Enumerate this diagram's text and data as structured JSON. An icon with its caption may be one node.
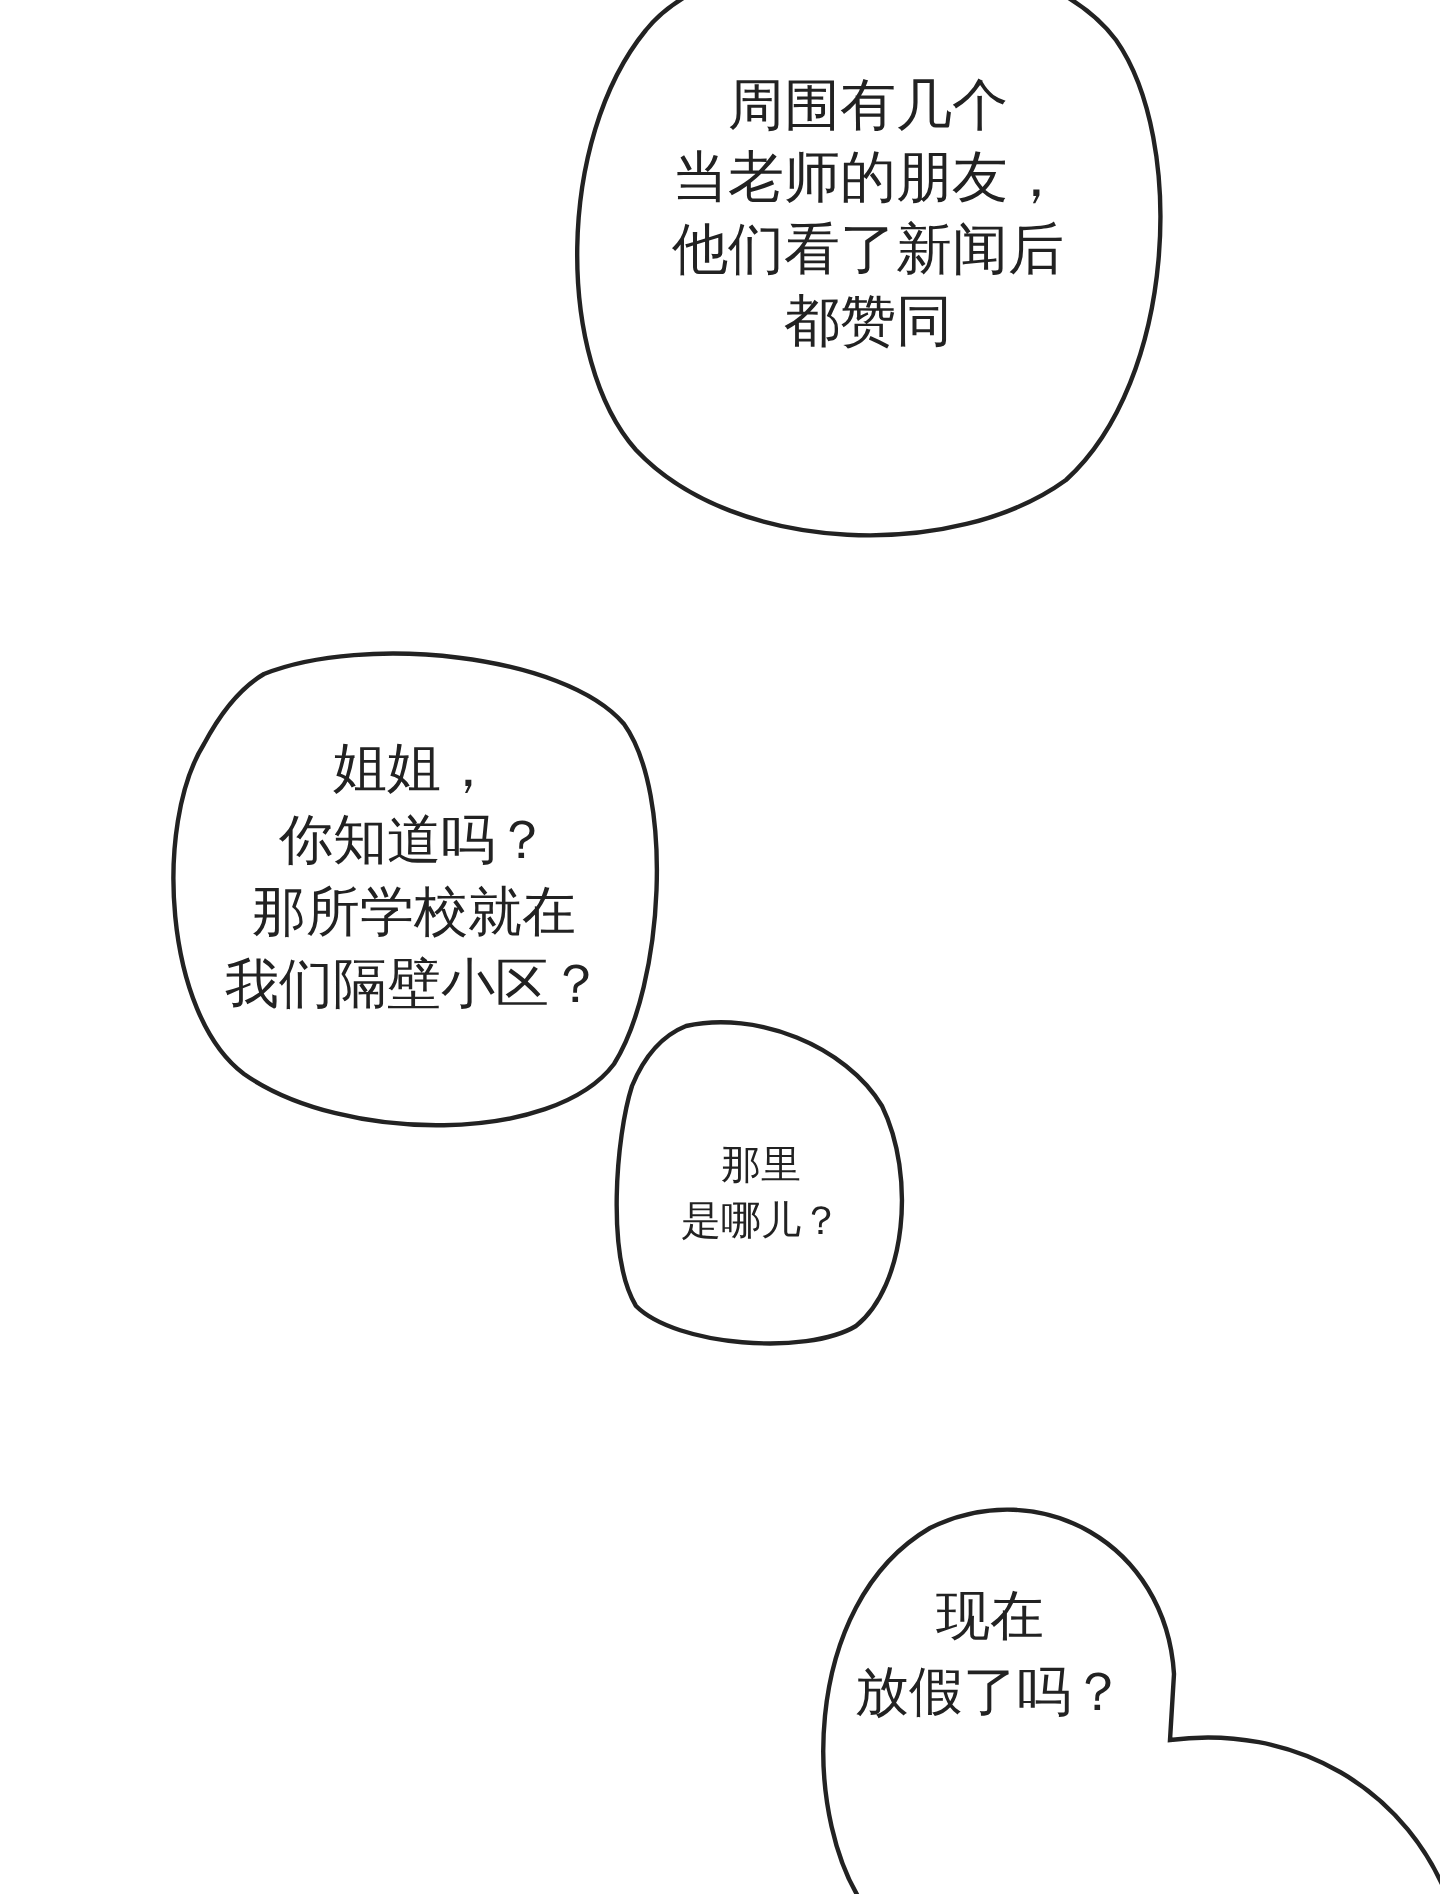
{
  "diagram": {
    "nodes": [
      {
        "text": [
          "周围有几个当老师的朋友，他们看了新闻后都赞同"
        ]
      },
      {
        "text": [
          "姐姐，你知道吗？那所学校就在我们隔壁小区？"
        ]
      },
      {
        "text": [
          "那里是哪儿？"
        ]
      },
      {
        "text": [
          "现在放假了吗？"
        ]
      }
    ]
  }
}
